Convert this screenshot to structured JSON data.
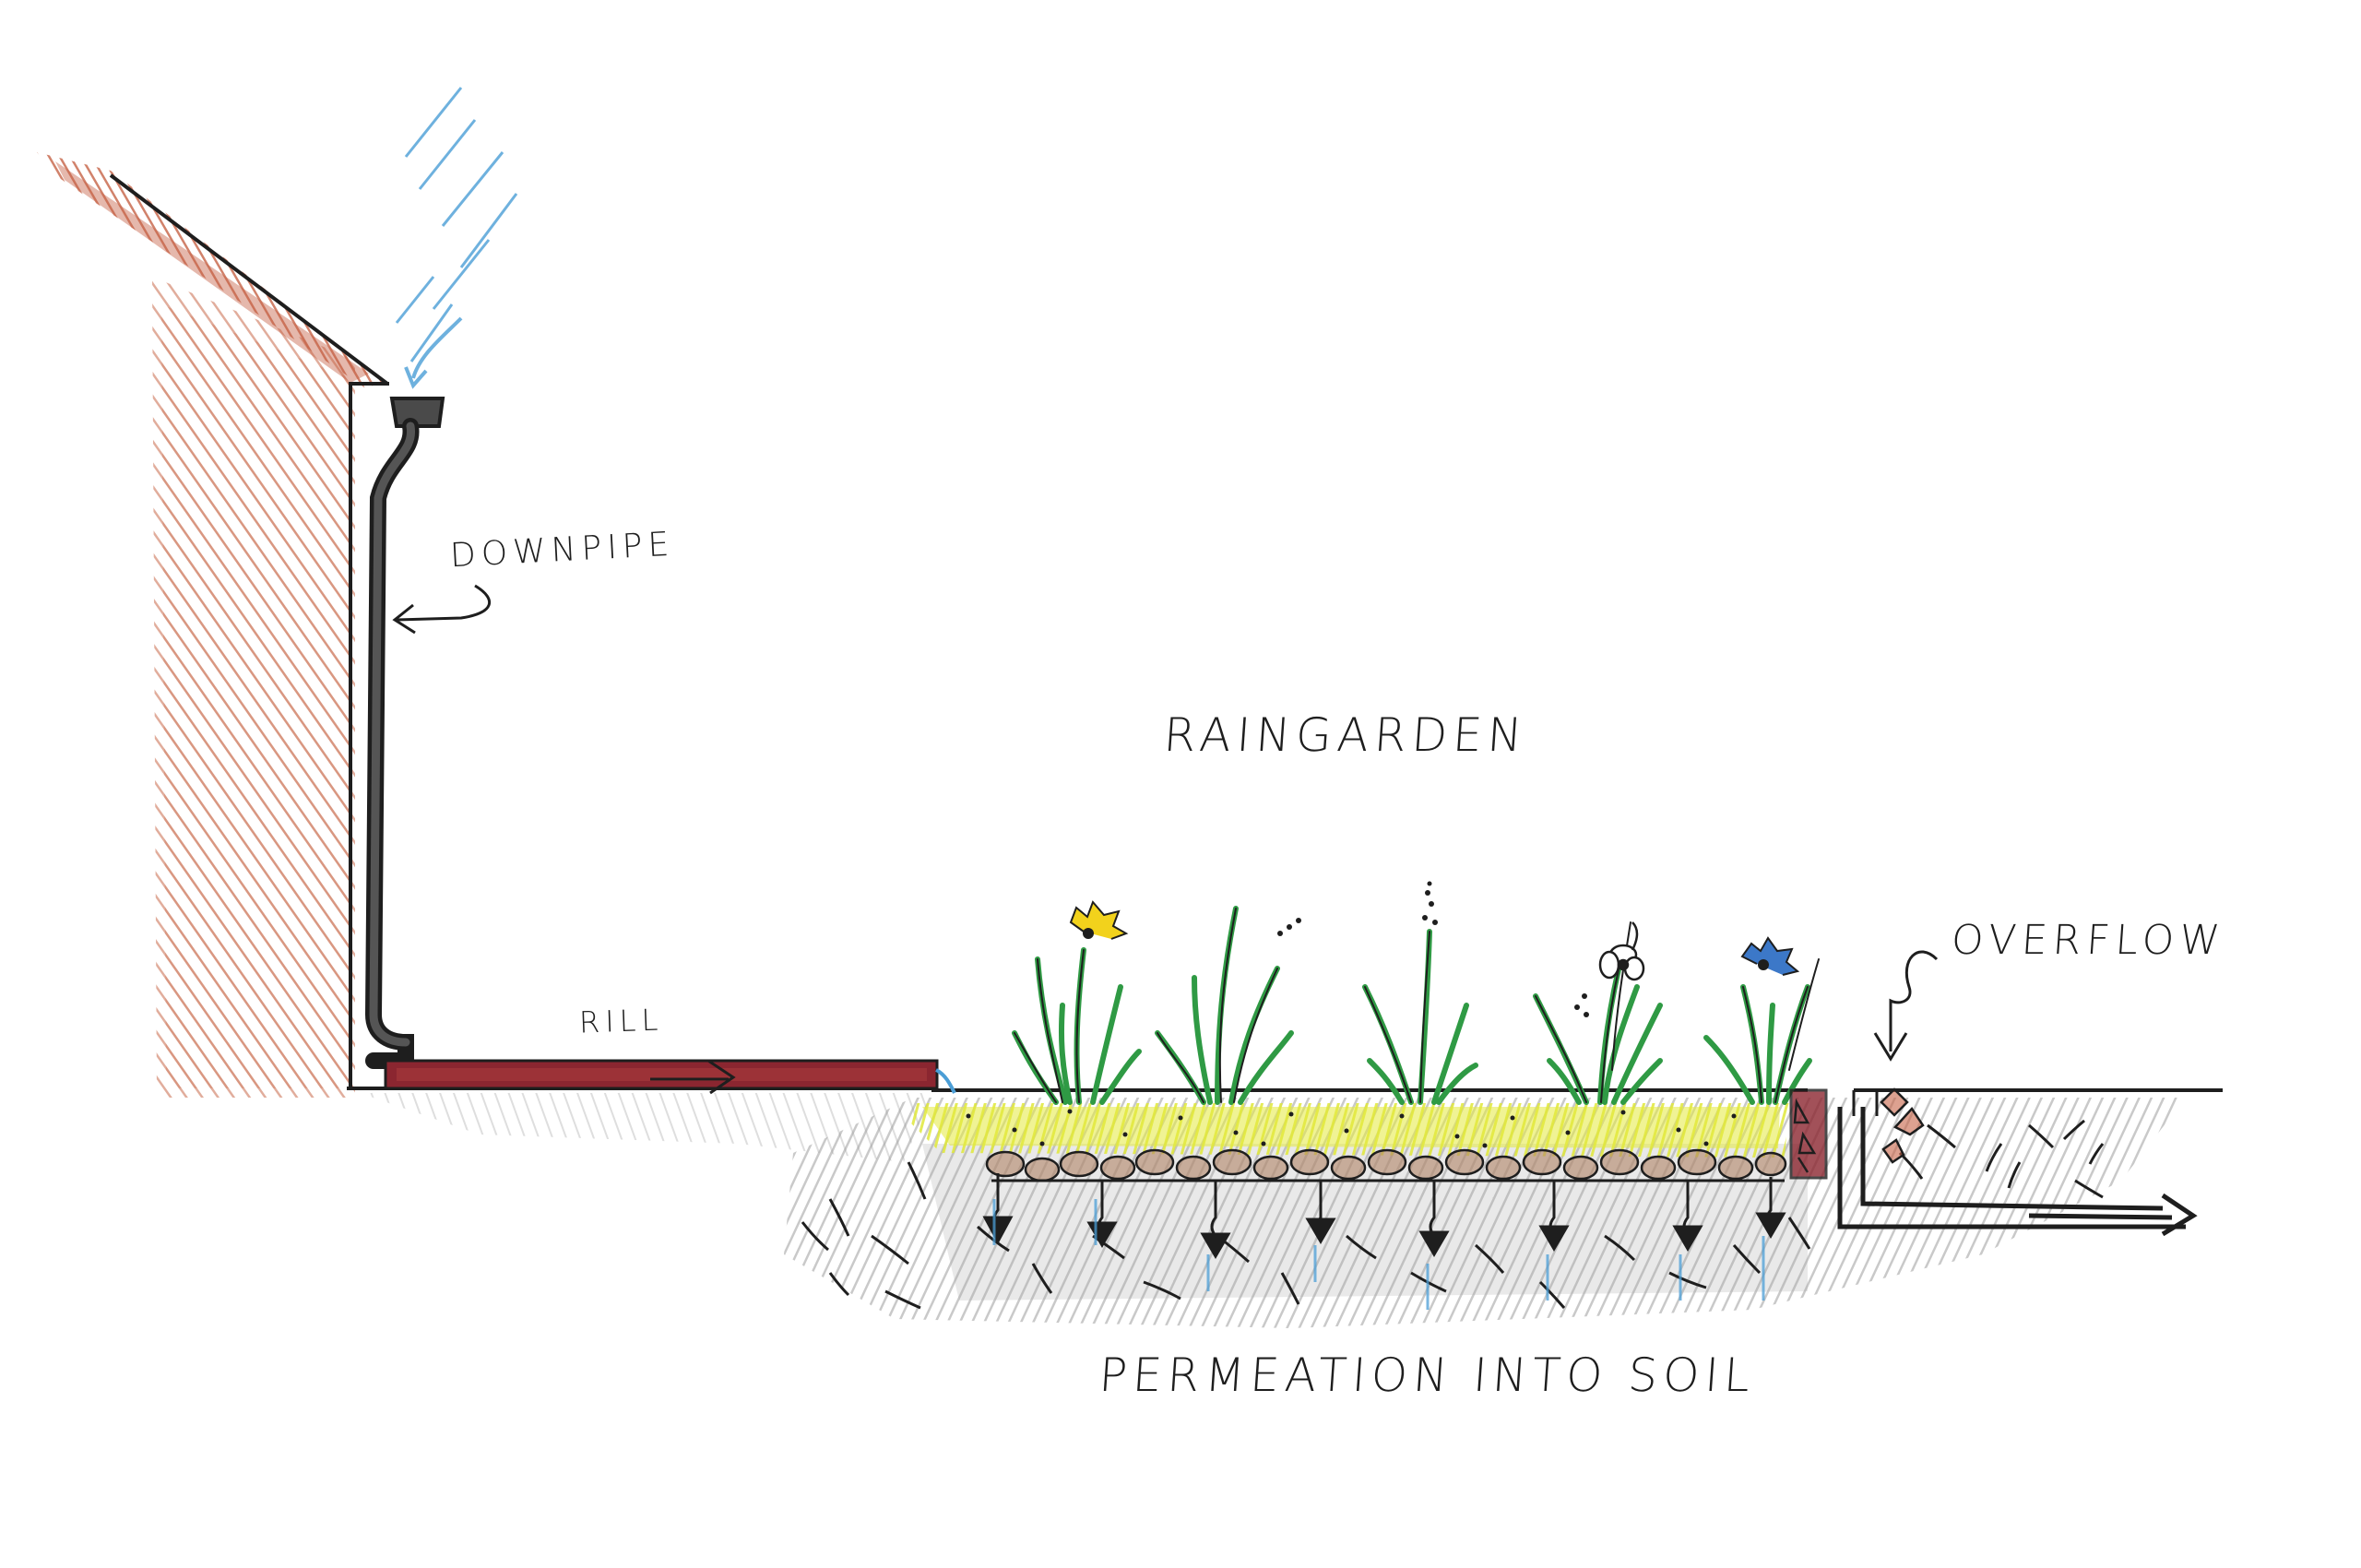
{
  "diagram": {
    "title": "RAINGARDEN",
    "labels": {
      "downpipe": "DOWNPIPE",
      "rill": "RILL",
      "overflow": "OVERFLOW",
      "permeation": "PERMEATION INTO SOIL"
    },
    "colors": {
      "ink": "#1e1e1e",
      "wall": "#c8694a",
      "roof": "#c66246",
      "rill": "#8b2630",
      "rain": "#4b9ed6",
      "soil": "#a9a9a9",
      "filter_bed": "#e4ea3c",
      "pebbles": "#a8785c",
      "plants": "#2f9a44",
      "flower_yellow": "#f2d21c",
      "flower_blue": "#3c78c8",
      "pipe": "#4a4a4a"
    }
  }
}
